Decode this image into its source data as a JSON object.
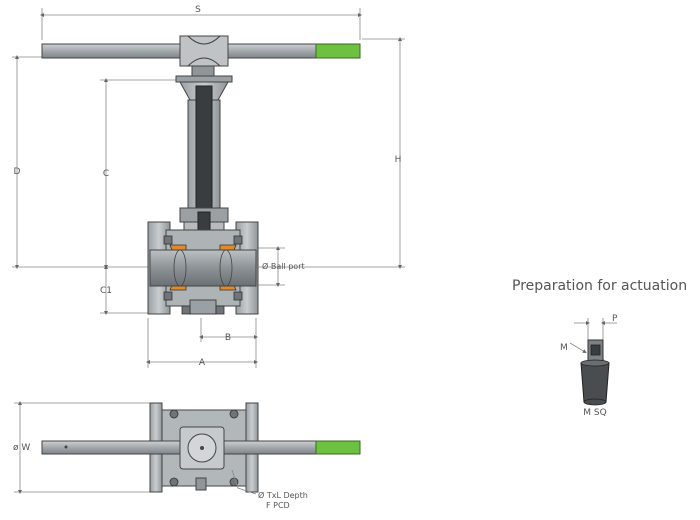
{
  "dimensions": {
    "S": "S",
    "D": "D",
    "C": "C",
    "H": "H",
    "C1": "C1",
    "B": "B",
    "A": "A",
    "ball_port": "Ø Ball port",
    "W": "ø W",
    "txl_depth": "Ø TxL Depth",
    "f_pcd": "F PCD"
  },
  "actuation": {
    "title": "Preparation for actuation",
    "P": "P",
    "M": "M",
    "msq": "M SQ"
  },
  "colors": {
    "handle_grip": "#6ec040",
    "steel": "#a8adb1",
    "steel_dark": "#6f7478",
    "stem": "#3a3d40",
    "seal": "#e08a2a",
    "outline": "#333333",
    "dimension_line": "#777777"
  }
}
